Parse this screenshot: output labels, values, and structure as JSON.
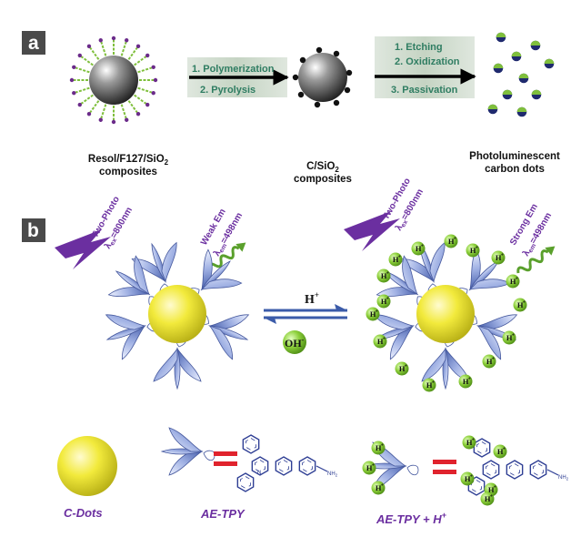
{
  "panel_a": {
    "tag": "a",
    "step1": {
      "line1": "1. Polymerization",
      "line2": "2. Pyrolysis"
    },
    "step2": {
      "line1": "1. Etching",
      "line2": "2. Oxidization",
      "line3": "3. Passivation"
    },
    "label_left": {
      "main": "Resol/F127/SiO",
      "sub": "2",
      "line2": "composites"
    },
    "label_mid": {
      "main": "C/SiO",
      "sub": "2",
      "line2": "composites"
    },
    "label_right": {
      "line1": "Photoluminescent",
      "line2": "carbon dots"
    },
    "colors": {
      "teal": "#4f9a8f",
      "sphere": "#7c7c7c",
      "green": "#7fbf3c",
      "purple": "#6b2b8a"
    }
  },
  "panel_b": {
    "tag": "b",
    "left_excite": {
      "line1": "Two-Photo",
      "lambda": "λ",
      "sub": "ex",
      "value": "=800nm"
    },
    "left_emit": {
      "line1": "Weak Em",
      "lambda": "λ",
      "sub": "em",
      "value": "=498nm"
    },
    "right_excite": {
      "line1": "Two-Photo",
      "lambda": "λ",
      "sub": "ex",
      "value": "=800nm"
    },
    "right_emit": {
      "line1": "Strong Em",
      "lambda": "λ",
      "sub": "em",
      "value": "=498nm"
    },
    "proton": {
      "base": "H",
      "sup": "+"
    },
    "hydroxide": {
      "base": "OH",
      "sup": "-"
    },
    "colors": {
      "purple": "#6b2fa0",
      "yellow": "#f2ea3c",
      "blue": "#6f86c8",
      "green": "#8ccf3a",
      "red": "#e0232d",
      "arrow_blue": "#3b5ba9"
    }
  },
  "legend": {
    "cdots": "C-Dots",
    "aetpy": "AE-TPY",
    "aetpy_h": {
      "main": "AE-TPY + H",
      "sup": "+"
    },
    "nh2": "NH",
    "nh2_sub": "2",
    "pyridine_n": "N"
  }
}
